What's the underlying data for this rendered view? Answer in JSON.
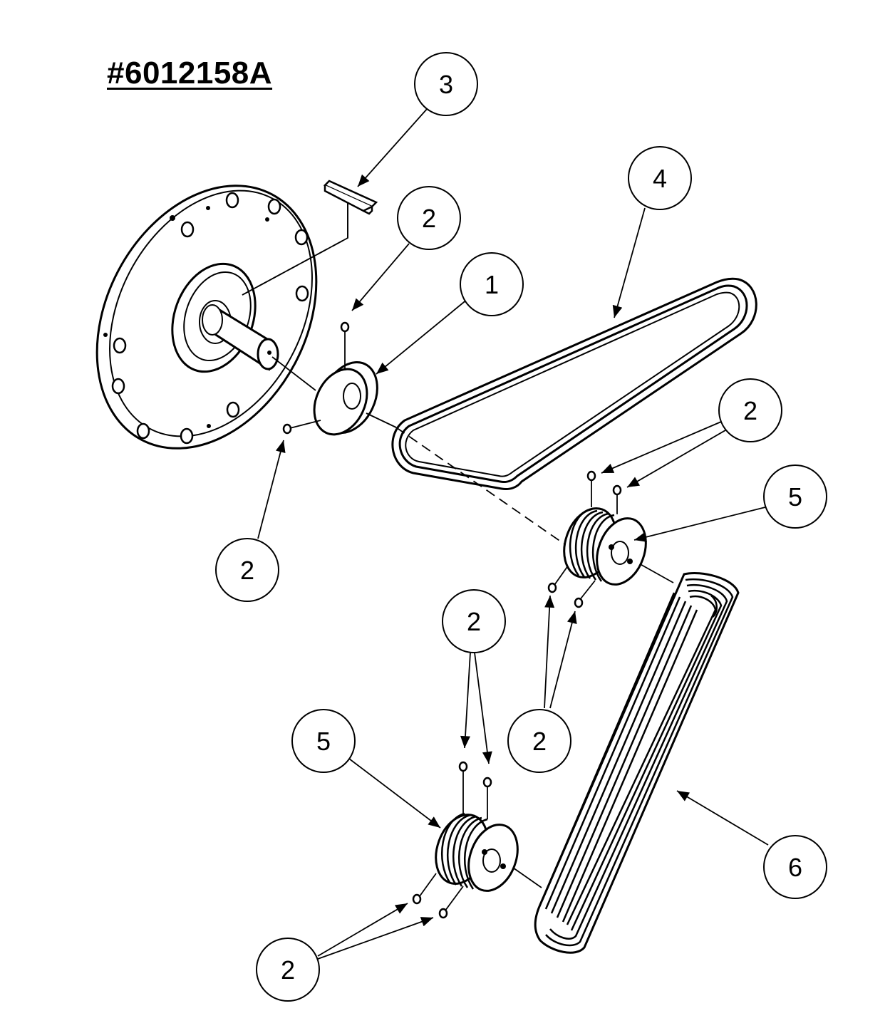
{
  "title": "#6012158A",
  "callouts": [
    {
      "id": "c3",
      "label": "3"
    },
    {
      "id": "c4",
      "label": "4"
    },
    {
      "id": "c2a",
      "label": "2"
    },
    {
      "id": "c1",
      "label": "1"
    },
    {
      "id": "c2b",
      "label": "2"
    },
    {
      "id": "c5a",
      "label": "5"
    },
    {
      "id": "c2c",
      "label": "2"
    },
    {
      "id": "c2d",
      "label": "2"
    },
    {
      "id": "c2e",
      "label": "2"
    },
    {
      "id": "c5b",
      "label": "5"
    },
    {
      "id": "c6",
      "label": "6"
    },
    {
      "id": "c2f",
      "label": "2"
    }
  ]
}
